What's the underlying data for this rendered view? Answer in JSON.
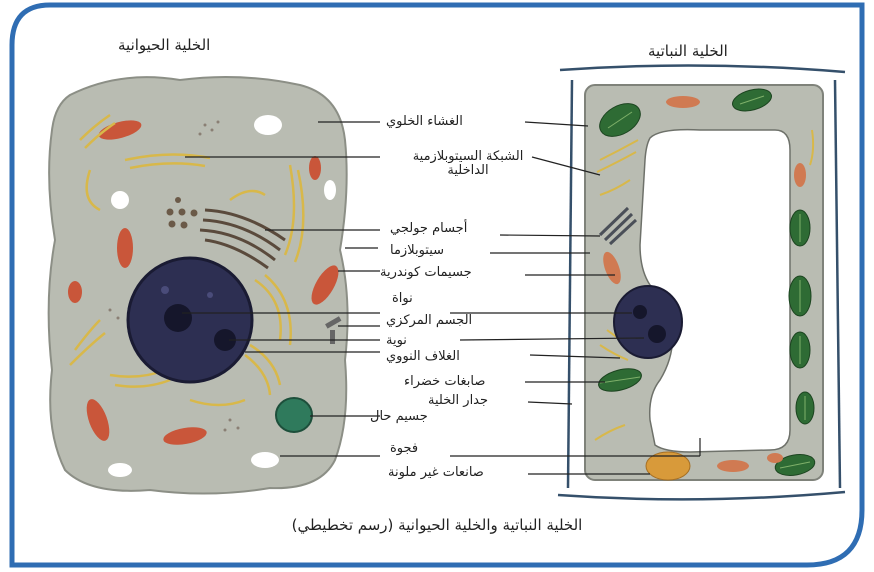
{
  "titles": {
    "animal_cell": "الخلية الحيوانية",
    "plant_cell": "الخلية النباتية"
  },
  "labels": {
    "cell_membrane": "الغشاء الخلوي",
    "endoplasmic_reticulum": "الشبكة السيتوبلازمية الداخلية",
    "golgi_bodies": "أجسام جولجي",
    "cytoplasm": "سيتوبلازما",
    "mitochondria": "جسيمات كوندرية",
    "nucleus": "نواة",
    "centrosome": "الجسم المركزي",
    "nucleolus": "نوية",
    "nuclear_envelope": "الغلاف النووي",
    "chloroplasts": "صابغات خضراء",
    "cell_wall": "جدار الخلية",
    "lysosome": "جسيم حال",
    "vacuole": "فجوة",
    "leucoplasts": "صانعات غير ملونة"
  },
  "caption": "الخلية النباتية والخلية الحيوانية (رسم تخطيطي)",
  "colors": {
    "frame": "#2f6db3",
    "cytoplasm": "#b9bcb2",
    "nucleus": "#2d2f52",
    "mitochondria": "#c9563a",
    "er_golgi": "#d8b84a",
    "chloroplast": "#2e6b34",
    "lysosome": "#2f7a5c",
    "leucoplast": "#d89a3a"
  }
}
